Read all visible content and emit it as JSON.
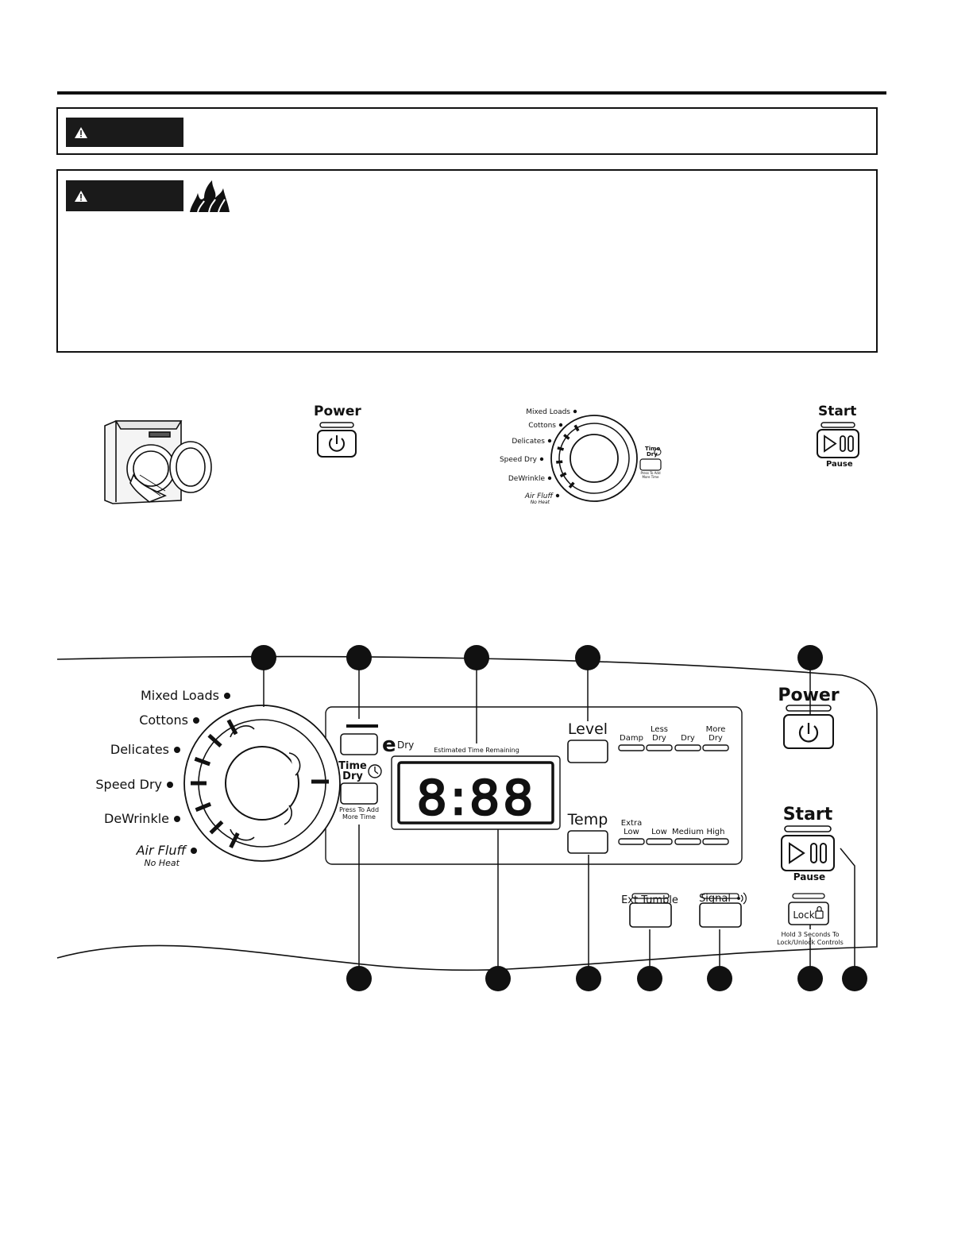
{
  "safety": {
    "box1_badge_label": "",
    "box2_badge_label": ""
  },
  "quick_guide": {
    "power": {
      "title": "Power"
    },
    "cycles": [
      "Mixed Loads",
      "Cottons",
      "Delicates",
      "Speed Dry",
      "DeWrinkle",
      "Air Fluff"
    ],
    "air_fluff_sub": "No Heat",
    "time_dry": {
      "title": "Time Dry",
      "sub": "Press To Add More Time"
    },
    "start": {
      "title": "Start",
      "sub": "Pause"
    }
  },
  "panel": {
    "cycles": [
      "Mixed Loads",
      "Cottons",
      "Delicates",
      "Speed Dry",
      "DeWrinkle",
      "Air Fluff"
    ],
    "air_fluff_sub": "No Heat",
    "edry_label": "Dry",
    "time_dry": {
      "line1": "Time",
      "line2": "Dry",
      "sub1": "Press To Add",
      "sub2": "More Time"
    },
    "display": {
      "caption": "Estimated Time Remaining",
      "digits": "8:88"
    },
    "level": {
      "title": "Level",
      "options": [
        "Damp",
        "Less Dry",
        "Dry",
        "More Dry"
      ]
    },
    "temp": {
      "title": "Temp",
      "options": [
        "Extra Low",
        "Low",
        "Medium",
        "High"
      ]
    },
    "ext_tumble": "Ext Tumble",
    "signal": "Signal",
    "power": "Power",
    "start": "Start",
    "pause": "Pause",
    "lock": {
      "label": "Lock",
      "note1": "Hold 3 Seconds To",
      "note2": "Lock/Unlock Controls"
    }
  },
  "colors": {
    "ink": "#111111",
    "badge_bg": "#1a1a1a",
    "paper": "#ffffff"
  },
  "icons": [
    "warning-icon",
    "fire-icon",
    "power-icon",
    "play-pause-icon",
    "lock-icon",
    "clock-icon",
    "signal-icon"
  ]
}
